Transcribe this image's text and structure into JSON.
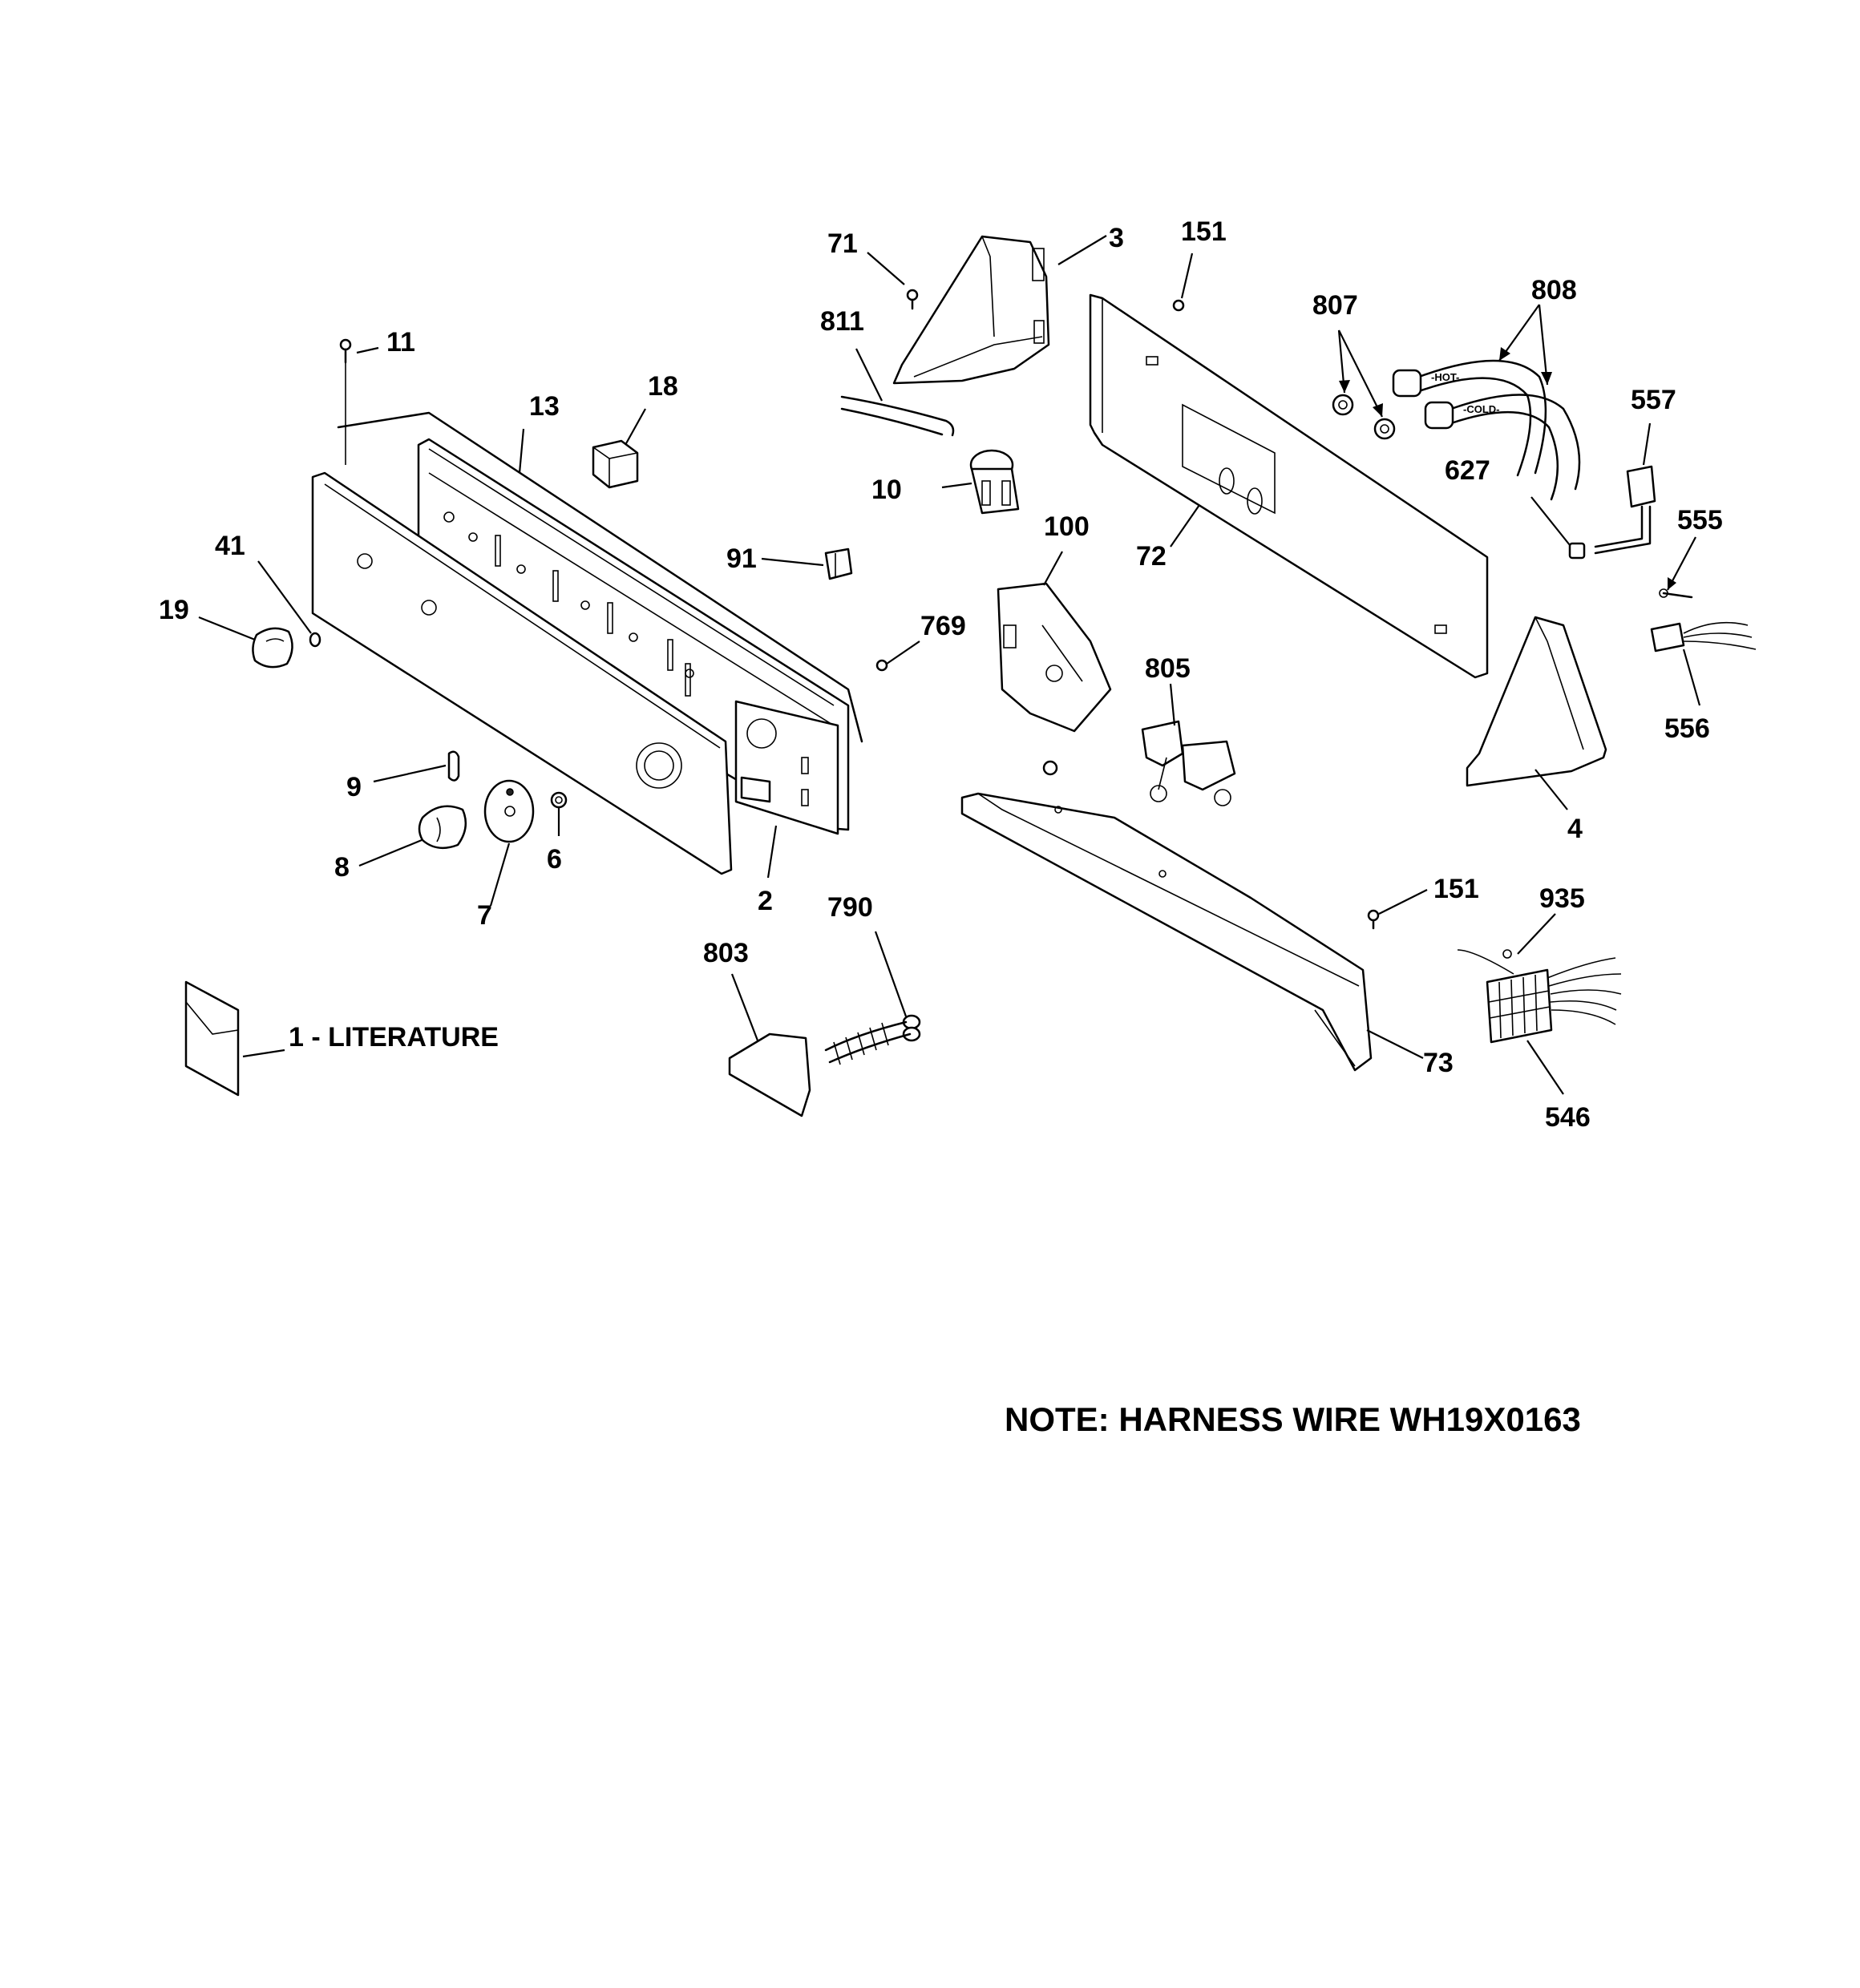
{
  "callouts": [
    {
      "id": "c71",
      "label": "71"
    },
    {
      "id": "c3",
      "label": "3"
    },
    {
      "id": "c151a",
      "label": "151"
    },
    {
      "id": "c807",
      "label": "807"
    },
    {
      "id": "c808",
      "label": "808"
    },
    {
      "id": "c811",
      "label": "811"
    },
    {
      "id": "c11",
      "label": "11"
    },
    {
      "id": "c13",
      "label": "13"
    },
    {
      "id": "c18",
      "label": "18"
    },
    {
      "id": "c557",
      "label": "557"
    },
    {
      "id": "c627",
      "label": "627"
    },
    {
      "id": "c10",
      "label": "10"
    },
    {
      "id": "c555",
      "label": "555"
    },
    {
      "id": "c100",
      "label": "100"
    },
    {
      "id": "c72",
      "label": "72"
    },
    {
      "id": "c41",
      "label": "41"
    },
    {
      "id": "c91",
      "label": "91"
    },
    {
      "id": "c19",
      "label": "19"
    },
    {
      "id": "c769",
      "label": "769"
    },
    {
      "id": "c556",
      "label": "556"
    },
    {
      "id": "c805",
      "label": "805"
    },
    {
      "id": "c9",
      "label": "9"
    },
    {
      "id": "c4",
      "label": "4"
    },
    {
      "id": "c6",
      "label": "6"
    },
    {
      "id": "c8",
      "label": "8"
    },
    {
      "id": "c2",
      "label": "2"
    },
    {
      "id": "c7",
      "label": "7"
    },
    {
      "id": "c151b",
      "label": "151"
    },
    {
      "id": "c790",
      "label": "790"
    },
    {
      "id": "c935",
      "label": "935"
    },
    {
      "id": "c803",
      "label": "803"
    },
    {
      "id": "c73",
      "label": "73"
    },
    {
      "id": "c546",
      "label": "546"
    }
  ],
  "literature_label": "1 - LITERATURE",
  "note": "NOTE: HARNESS WIRE WH19X0163",
  "hose_markings": {
    "hot": "-HOT-",
    "cold": "-COLD-"
  }
}
